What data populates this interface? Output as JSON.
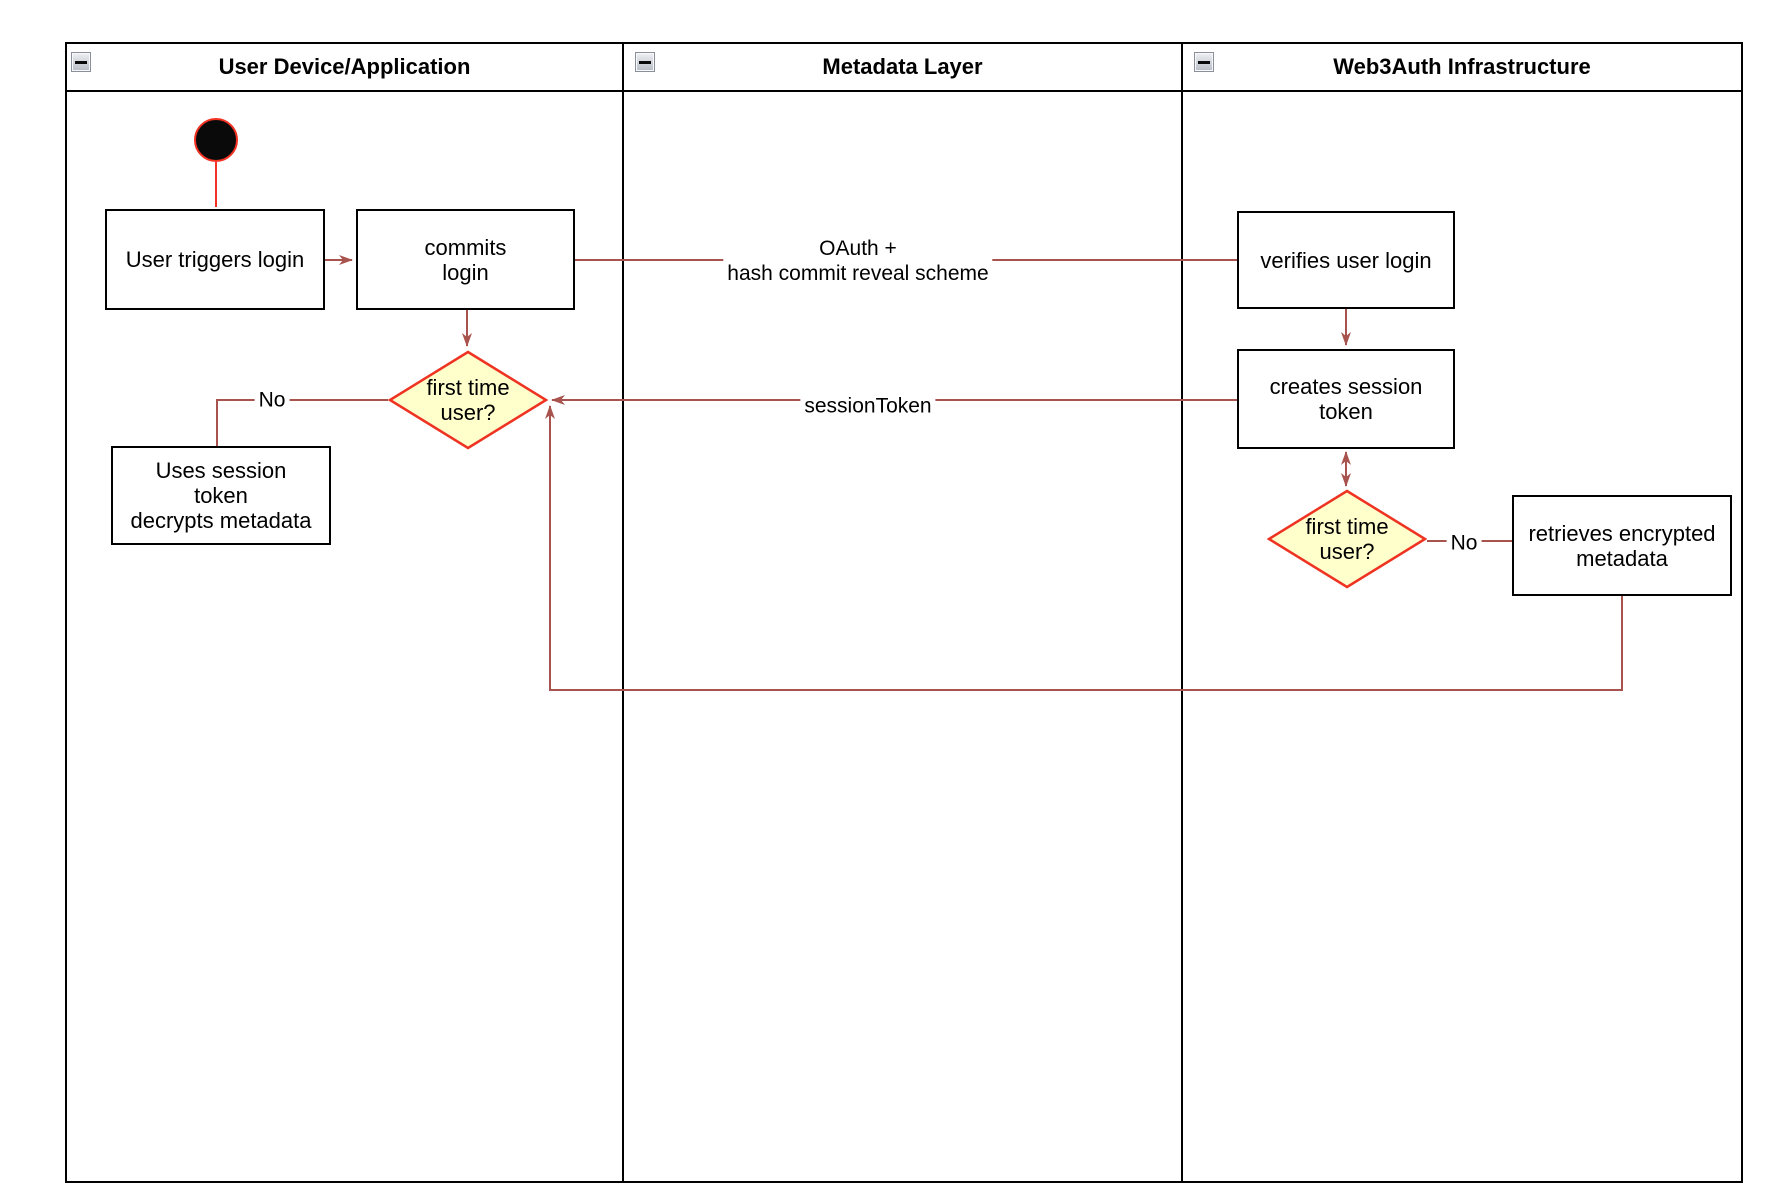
{
  "diagram": {
    "type": "swimlane-activity-diagram",
    "lanes": [
      {
        "title": "User Device/Application"
      },
      {
        "title": "Metadata Layer"
      },
      {
        "title": "Web3Auth Infrastructure"
      }
    ],
    "nodes": {
      "start": "initial-state",
      "user_triggers_login": "User triggers login",
      "commits_login": "commits\nlogin",
      "decision_device": "first time\nuser?",
      "uses_session_token": "Uses session\ntoken\ndecrypts metadata",
      "verifies_user_login": "verifies user login",
      "creates_session_token": "creates session\ntoken",
      "decision_infra": "first time\nuser?",
      "retrieves_encrypted_metadata": "retrieves encrypted\nmetadata"
    },
    "edge_labels": {
      "oauth": "OAuth +\nhash commit reveal scheme",
      "session_token": "sessionToken",
      "no_device": "No",
      "no_infra": "No"
    },
    "colors": {
      "connector": "#A8534D",
      "start_accent": "#F23222",
      "decision_border": "#EE3322",
      "decision_fill": "#FFFFCC",
      "node_border": "#000000",
      "node_fill": "#FFFFFF",
      "lane_border": "#000000"
    }
  }
}
